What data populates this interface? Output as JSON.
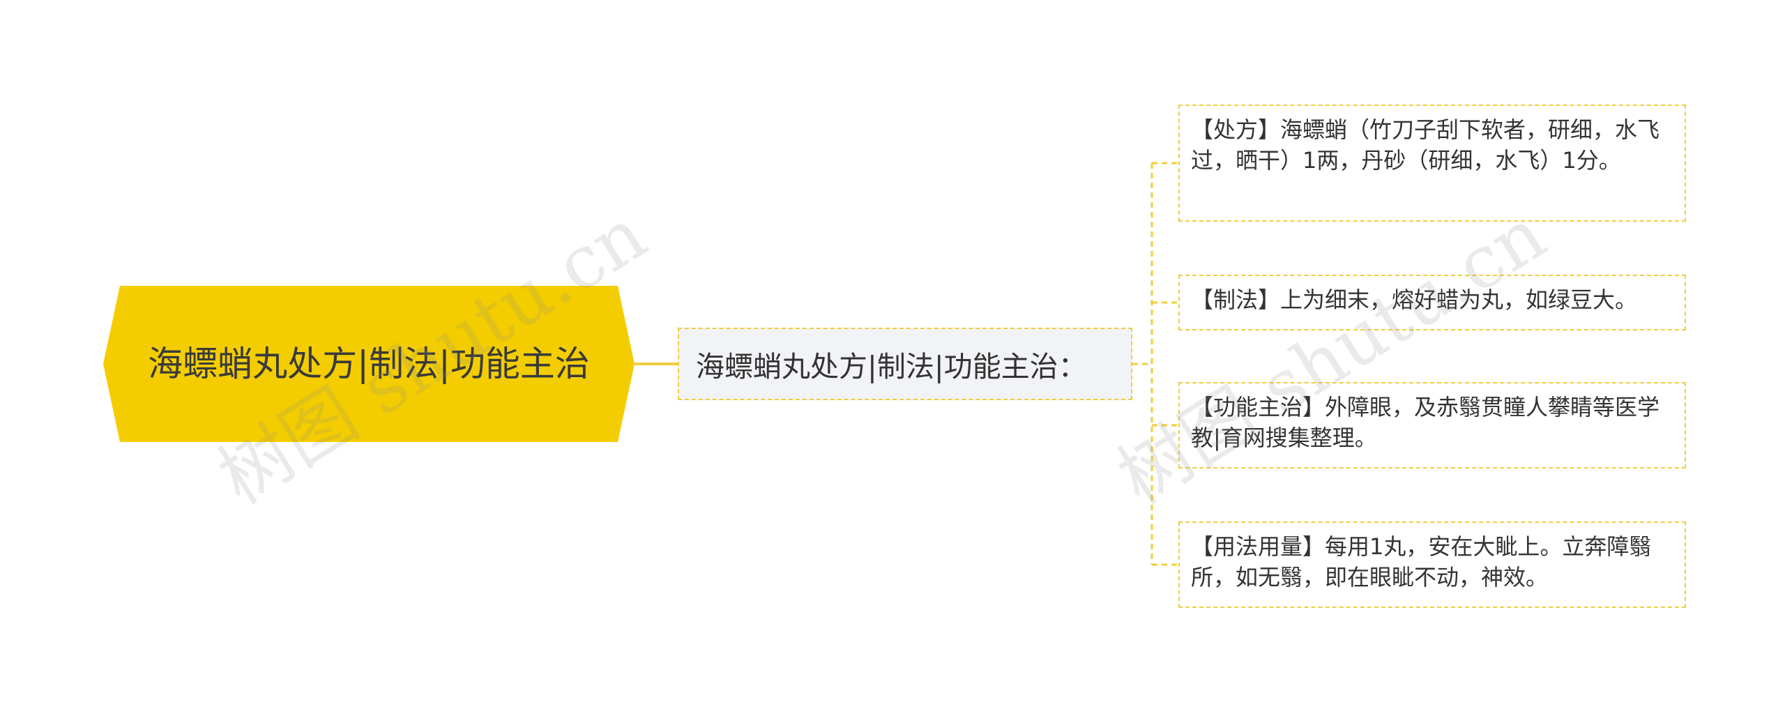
{
  "root": {
    "label": "海螵蛸丸处方|制法|功能主治"
  },
  "branch": {
    "label": "海螵蛸丸处方|制法|功能主治："
  },
  "leaves": [
    {
      "text": "【处方】海螵蛸（竹刀子刮下软者，研细，水飞过，晒干）1两，丹砂（研细，水飞）1分。"
    },
    {
      "text": "【制法】上为细末，熔好蜡为丸，如绿豆大。"
    },
    {
      "text": "【功能主治】外障眼，及赤翳贯瞳人攀睛等医学教|育网搜集整理。"
    },
    {
      "text": "【用法用量】每用1丸，安在大眦上。立奔障翳所，如无翳，即在眼眦不动，神效。"
    }
  ],
  "watermarks": [
    "树图 shutu.cn",
    "树图 shutu.cn"
  ],
  "colors": {
    "root_fill": "#f3cd00",
    "connector": "#f1cd3c",
    "branch_fill": "#f1f3f6",
    "text": "#333333"
  }
}
